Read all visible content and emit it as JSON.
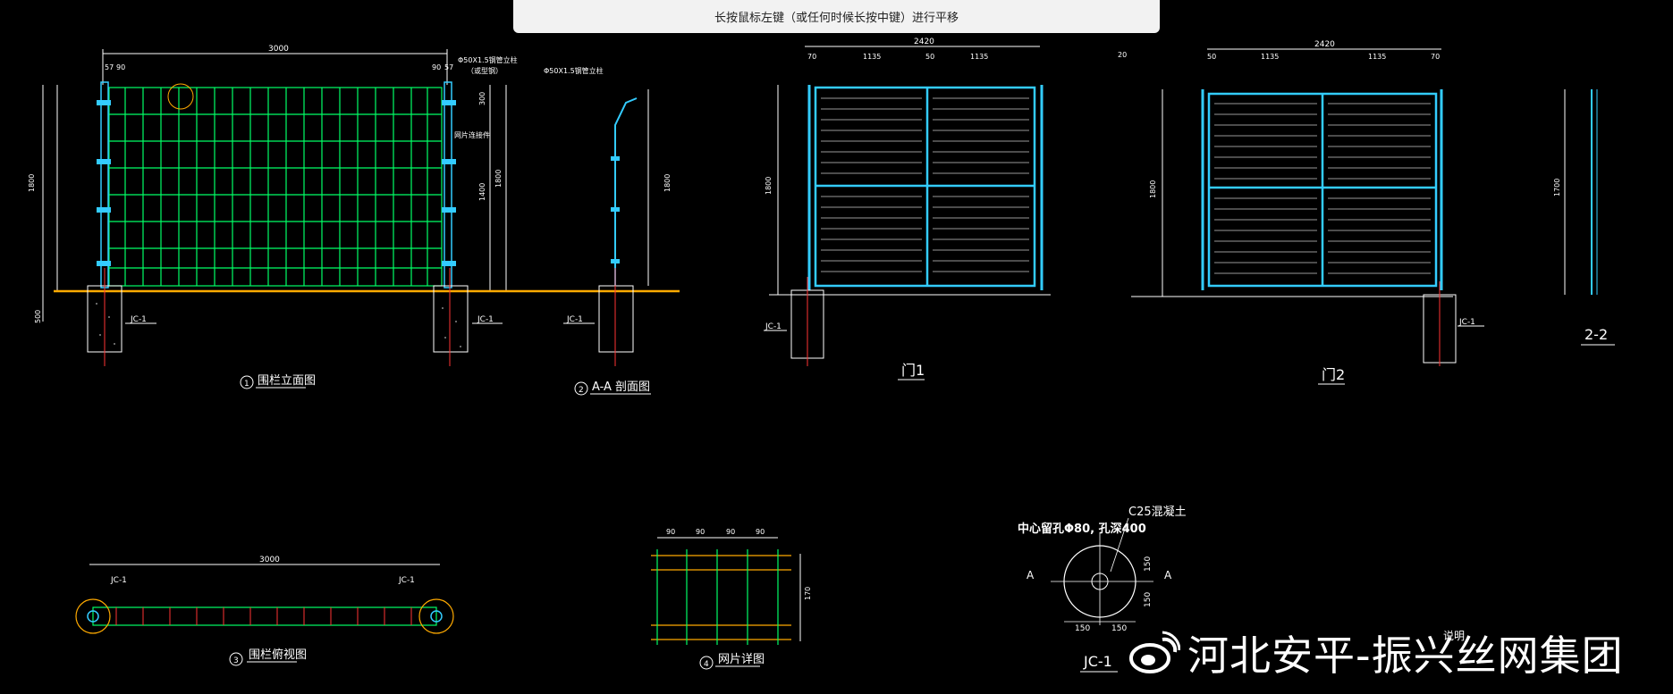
{
  "banner": {
    "text": "长按鼠标左键（或任何时候长按中键）进行平移"
  },
  "watermark": {
    "text": "河北安平-振兴丝网集团"
  },
  "colors": {
    "mesh": "#00ff66",
    "frame": "#33ccff",
    "ground": "#ffaa00",
    "dim": "#ffffff"
  },
  "titles": {
    "fence_elevation": "围栏立面图",
    "section_aa": "A-A 剖面图",
    "door1": "门1",
    "door2": "门2",
    "section_22": "2-2",
    "fence_plan": "围栏俯视图",
    "panel_detail": "网片详图",
    "jc1": "JC-1"
  },
  "numbers": {
    "n1": "1",
    "n2": "2",
    "n3": "3",
    "n4": "4"
  },
  "dims": {
    "d3000": "3000",
    "d2420": "2420",
    "d57": "57",
    "d90": "90",
    "d1800": "1800",
    "d500": "500",
    "d1400": "1400",
    "d300": "300",
    "d1135": "1135",
    "d50": "50",
    "d70": "70",
    "d20": "20",
    "d150": "150",
    "d1700": "1700",
    "d170": "170"
  },
  "labels": {
    "jc1": "JC-1",
    "pipe_post": "Φ50X1.5钢管立柱",
    "support": "（或型钢）",
    "mesh_panel": "网片连接件",
    "bend_post": "Φ50X1.5钢管立柱",
    "concrete": "C25混凝土",
    "center_hole": "中心留孔Φ80, 孔深400",
    "a_mark": "A",
    "notes_title": "说明"
  }
}
